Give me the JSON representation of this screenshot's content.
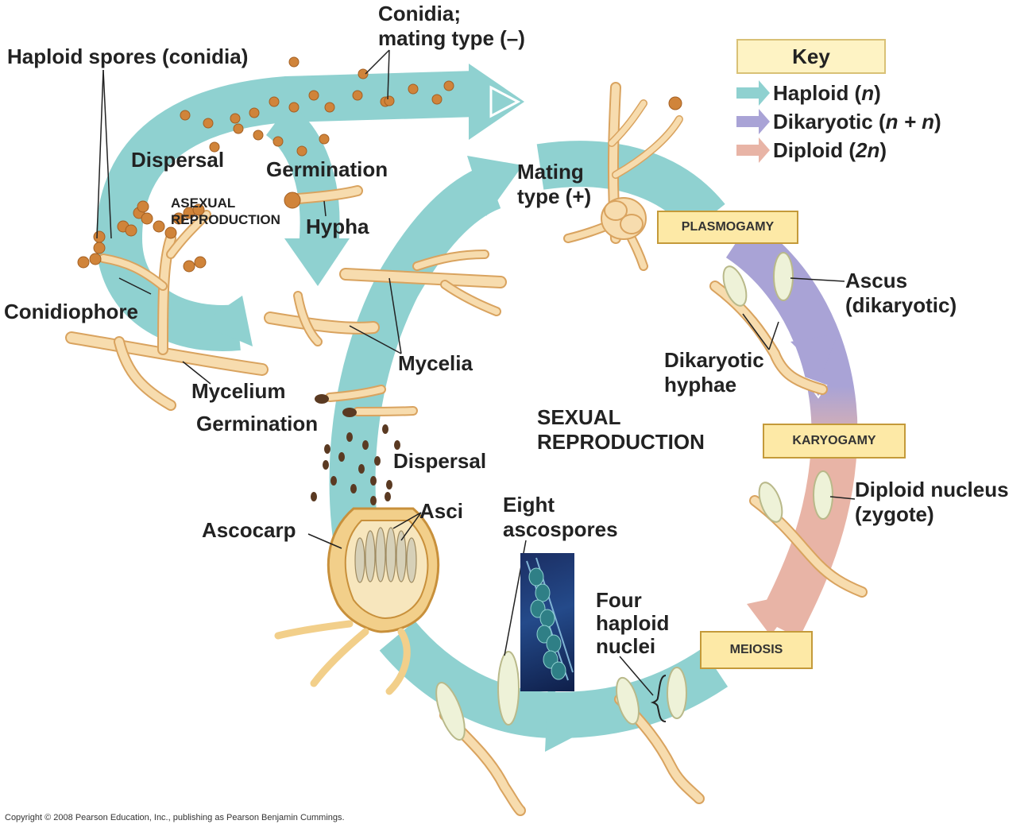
{
  "key": {
    "title": "Key",
    "items": [
      {
        "label_pre": "Haploid (",
        "label_em": "n",
        "label_post": ")",
        "color": "#8fd1d0"
      },
      {
        "label_pre": "Dikaryotic (",
        "label_em": "n + n",
        "label_post": ")",
        "color": "#a9a3d6"
      },
      {
        "label_pre": "Diploid (",
        "label_em": "2n",
        "label_post": ")",
        "color": "#e8b4a6"
      }
    ]
  },
  "labels": {
    "conidia_mating_1": "Conidia;",
    "conidia_mating_2": "mating type (–)",
    "haploid_spores": "Haploid spores (conidia)",
    "dispersal_top": "Dispersal",
    "germination_top": "Germination",
    "asexual_1": "ASEXUAL",
    "asexual_2": "REPRODUCTION",
    "hypha": "Hypha",
    "mating_plus_1": "Mating",
    "mating_plus_2": "type (+)",
    "conidiophore": "Conidiophore",
    "mycelia": "Mycelia",
    "mycelium": "Mycelium",
    "germination_bottom": "Germination",
    "dispersal_bottom": "Dispersal",
    "sexual_1": "SEXUAL",
    "sexual_2": "REPRODUCTION",
    "ascocarp": "Ascocarp",
    "asci": "Asci",
    "eight_ascospores_1": "Eight",
    "eight_ascospores_2": "ascospores",
    "ascus_1": "Ascus",
    "ascus_2": "(dikaryotic)",
    "dikaryotic_hyphae_1": "Dikaryotic",
    "dikaryotic_hyphae_2": "hyphae",
    "diploid_nucleus_1": "Diploid nucleus",
    "diploid_nucleus_2": "(zygote)",
    "four_haploid_1": "Four",
    "four_haploid_2": "haploid",
    "four_haploid_3": "nuclei"
  },
  "stages": {
    "plasmogamy": "PLASMOGAMY",
    "karyogamy": "KARYOGAMY",
    "meiosis": "MEIOSIS"
  },
  "copyright": "Copyright © 2008 Pearson Education, Inc., publishing as Pearson Benjamin Cummings.",
  "colors": {
    "haploid": "#8fd1d0",
    "dikaryotic": "#a9a3d6",
    "diploid": "#e8b4a6",
    "hypha_fill": "#f7dcae",
    "hypha_stroke": "#d9a35f",
    "spore": "#d0843a",
    "dark_spore": "#5a3a22",
    "box_fill": "#fde9a6"
  }
}
